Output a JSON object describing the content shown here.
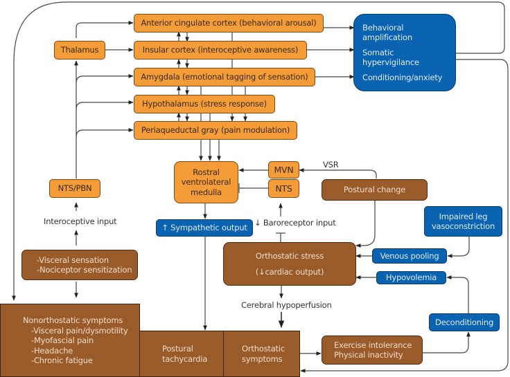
{
  "colors": {
    "orange": "#f49c37",
    "blue": "#0a63b1",
    "brown": "#9a5b2b"
  },
  "brain": {
    "thalamus": "Thalamus",
    "acc": "Anterior cingulate cortex (behavioral arousal)",
    "insula": "Insular cortex (interoceptive awareness)",
    "amygdala": "Amygdala (emotional tagging of sensation)",
    "hypothalamus": "Hypothalamus (stress response)",
    "pag": "Periaqueductal gray (pain modulation)"
  },
  "behavior": {
    "items": [
      "Behavioral amplification",
      "Somatic hypervigilance",
      "Conditioning/anxiety"
    ]
  },
  "brainstem": {
    "rvlm": [
      "Rostral",
      "ventrolateral",
      "medulla"
    ],
    "mvn": "MVN",
    "nts": "NTS",
    "nts_pbn": "NTS/PBN",
    "vsr": "VSR"
  },
  "labels": {
    "interoceptive_input": "Interoceptive input",
    "baroreceptor_input": "↓ Baroreceptor input",
    "cerebral_hypoperfusion": "Cerebral hypoperfusion"
  },
  "visceral": [
    "-Visceral sensation",
    "-Nociceptor sensitization"
  ],
  "sympathetic": "↑ Sympathetic output",
  "postural_change": "Postural change",
  "impaired_leg": [
    "Impaired leg",
    "vasoconstriction"
  ],
  "venous_pooling": "Venous pooling",
  "hypovolemia": "Hypovolemia",
  "orthostatic_stress": [
    "Orthostatic stress",
    "(↓cardiac output)"
  ],
  "deconditioning": "Deconditioning",
  "exercise": [
    "Exercise intolerance",
    "Physical inactivity"
  ],
  "nonortho": {
    "title": "Nonorthostatic symptoms",
    "items": [
      "-Visceral pain/dysmotility",
      "-Myofascial pain",
      "-Headache",
      "-Chronic fatigue"
    ]
  },
  "postural_tachycardia": [
    "Postural",
    "tachycardia"
  ],
  "orthostatic_symptoms": [
    "Orthostatic",
    "symptoms"
  ]
}
